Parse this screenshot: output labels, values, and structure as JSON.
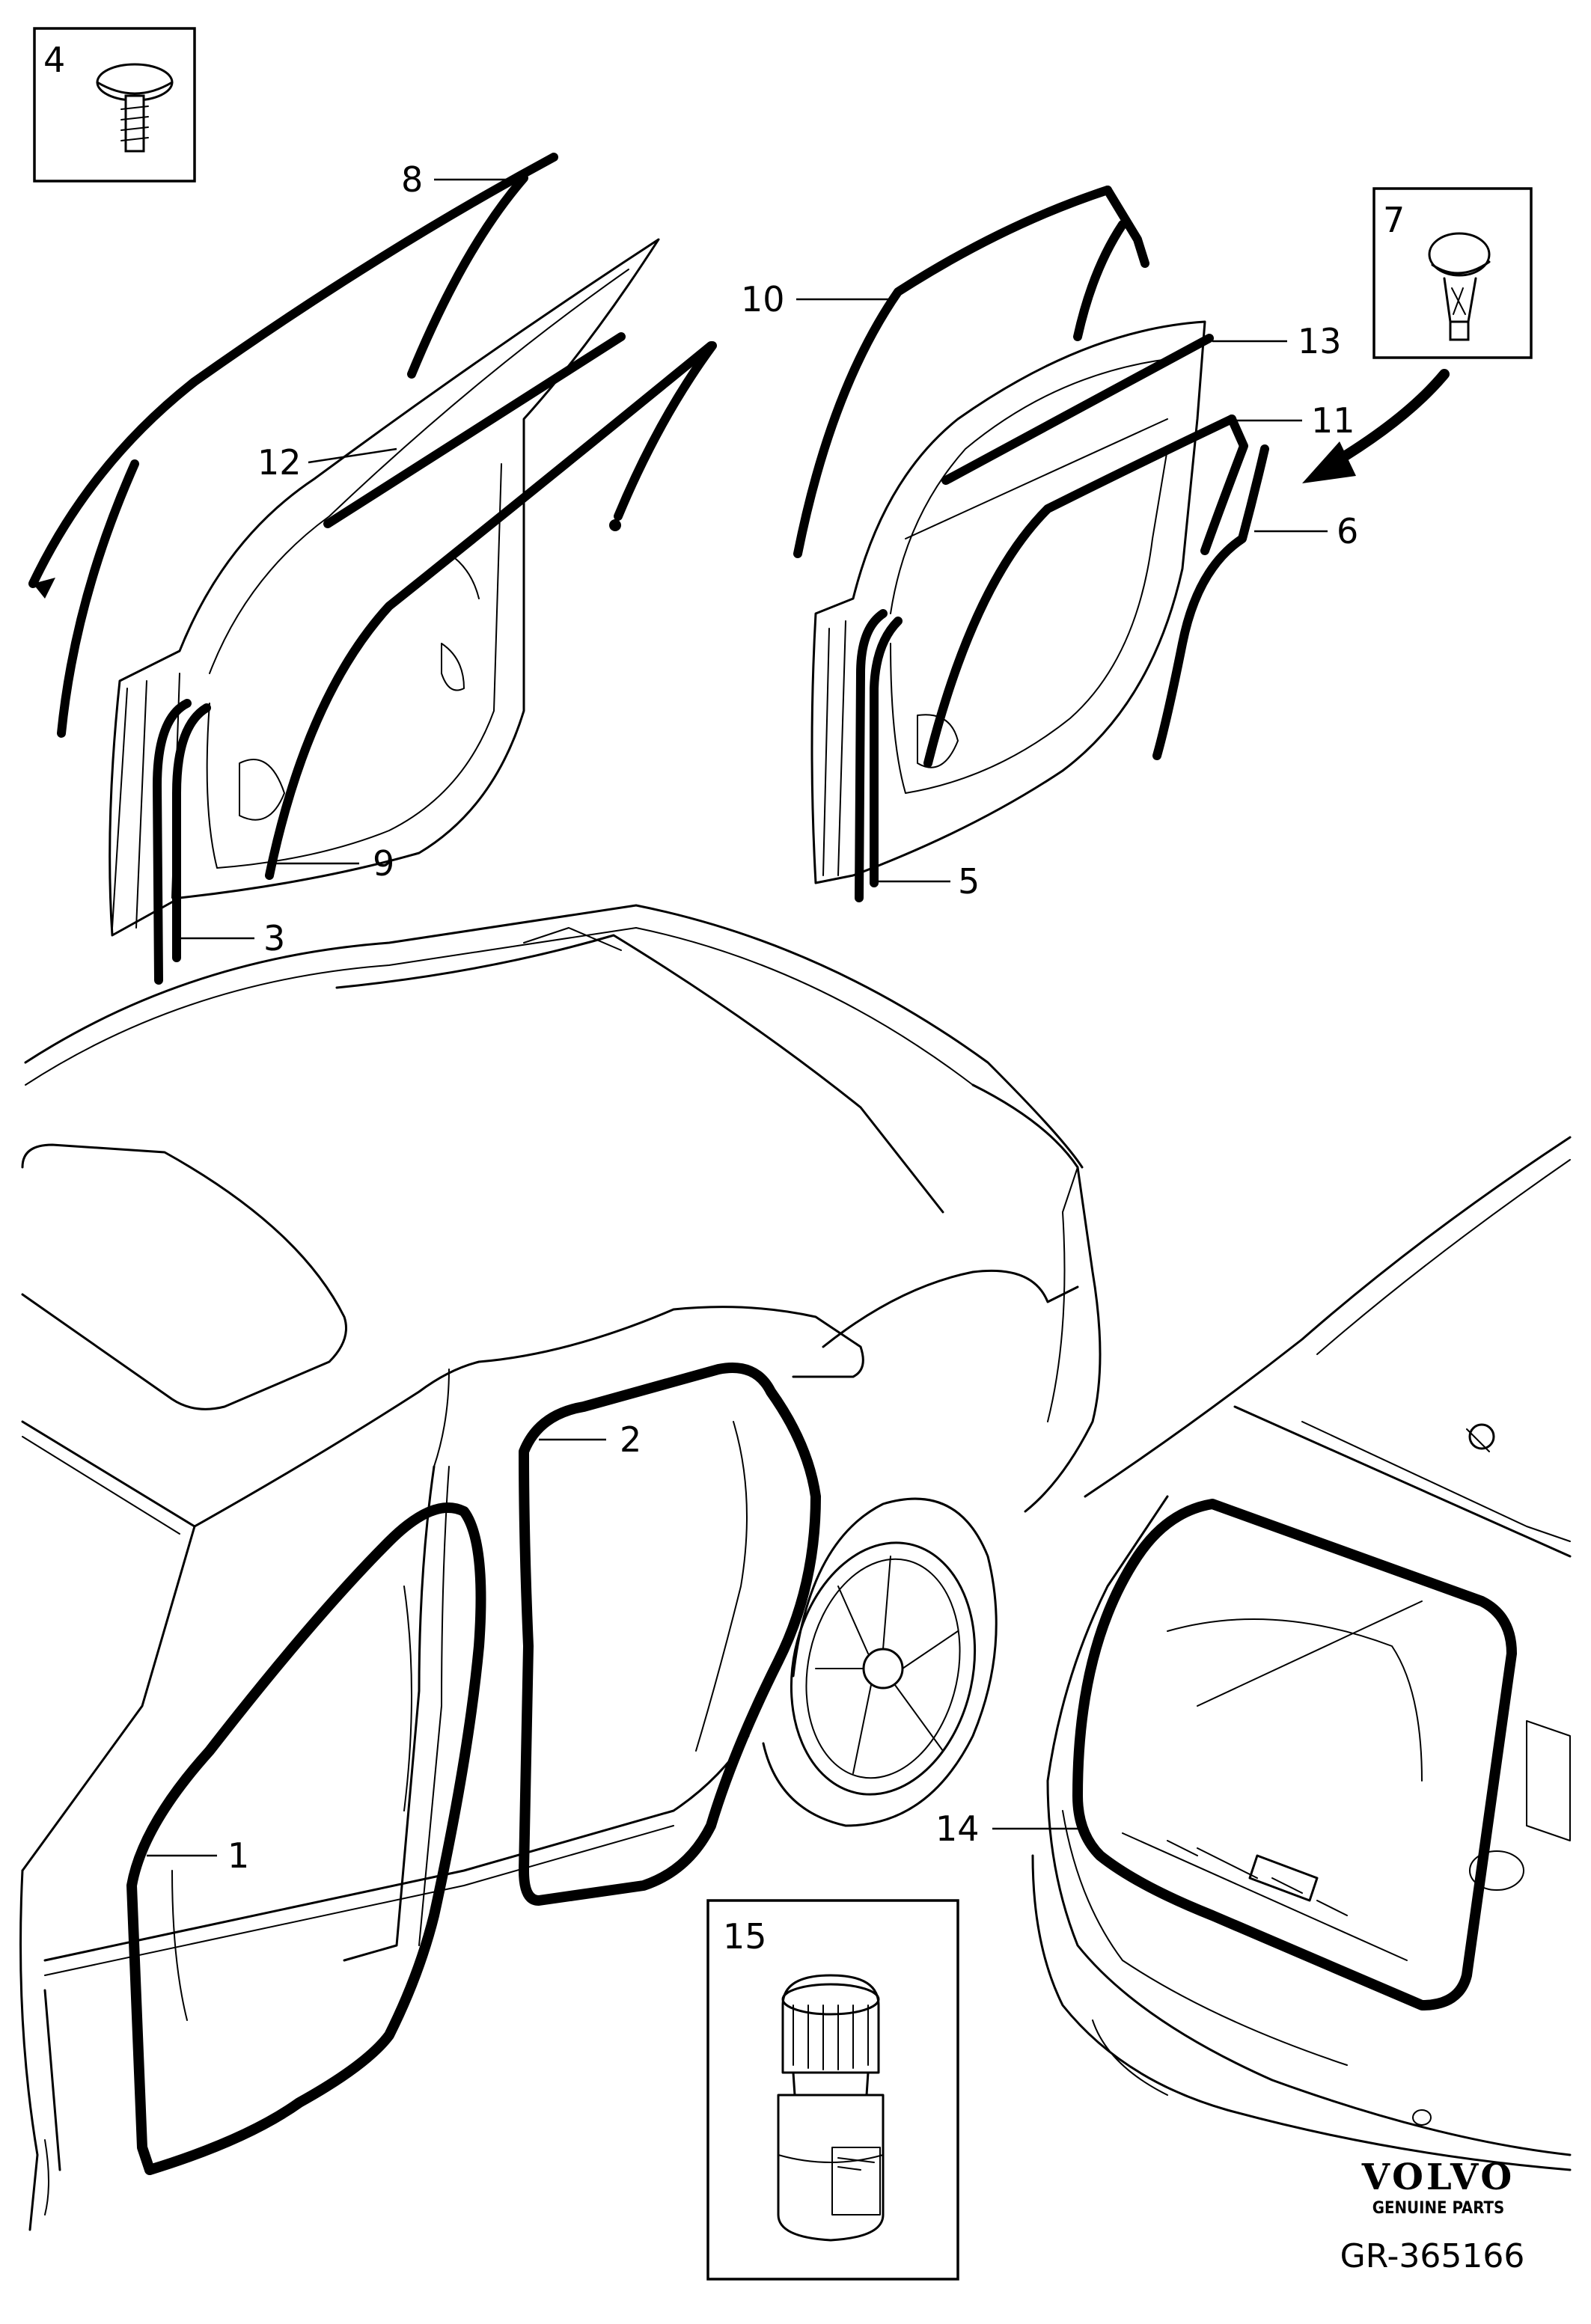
{
  "callouts": {
    "c1": "1",
    "c2": "2",
    "c3": "3",
    "c4": "4",
    "c5": "5",
    "c6": "6",
    "c7": "7",
    "c8": "8",
    "c9": "9",
    "c10": "10",
    "c11": "11",
    "c12": "12",
    "c13": "13",
    "c14": "14",
    "c15": "15"
  },
  "brand": {
    "logo": "VOLVO",
    "sub": "GENUINE PARTS"
  },
  "reference": "GR-365166",
  "colors": {
    "line": "#000000",
    "background": "#ffffff"
  }
}
